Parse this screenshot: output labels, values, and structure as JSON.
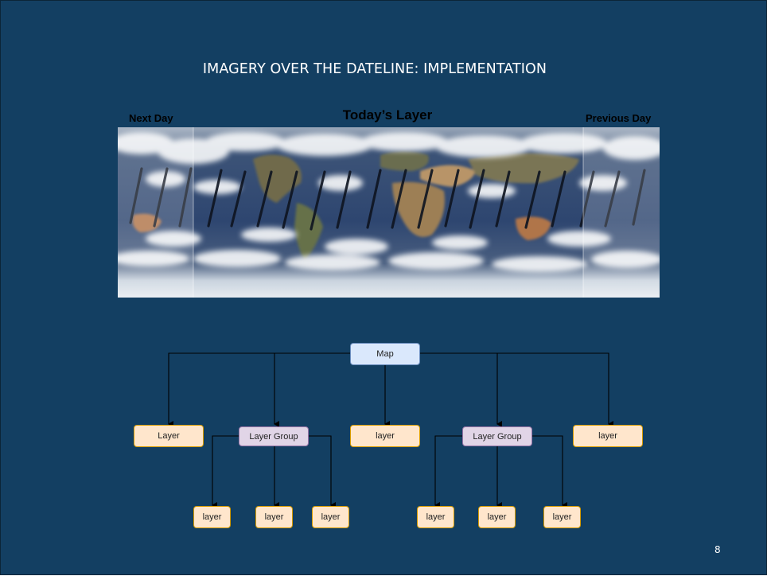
{
  "slide": {
    "title": "IMAGERY OVER THE DATELINE: IMPLEMENTATION",
    "page_number": "8"
  },
  "imagery": {
    "label_next_day": "Next Day",
    "label_today": "Today’s Layer",
    "label_previous_day": "Previous Day"
  },
  "diagram": {
    "map": "Map",
    "layer_1": "Layer",
    "group_1": "Layer Group",
    "layer_2": "layer",
    "group_2": "Layer Group",
    "layer_3": "layer",
    "group_1_children": [
      "layer",
      "layer",
      "layer"
    ],
    "group_2_children": [
      "layer",
      "layer",
      "layer"
    ]
  },
  "colors": {
    "background": "#133f62",
    "map_fill": "#dae8fc",
    "layer_fill": "#ffe6cc",
    "group_fill": "#e1d5e7"
  }
}
